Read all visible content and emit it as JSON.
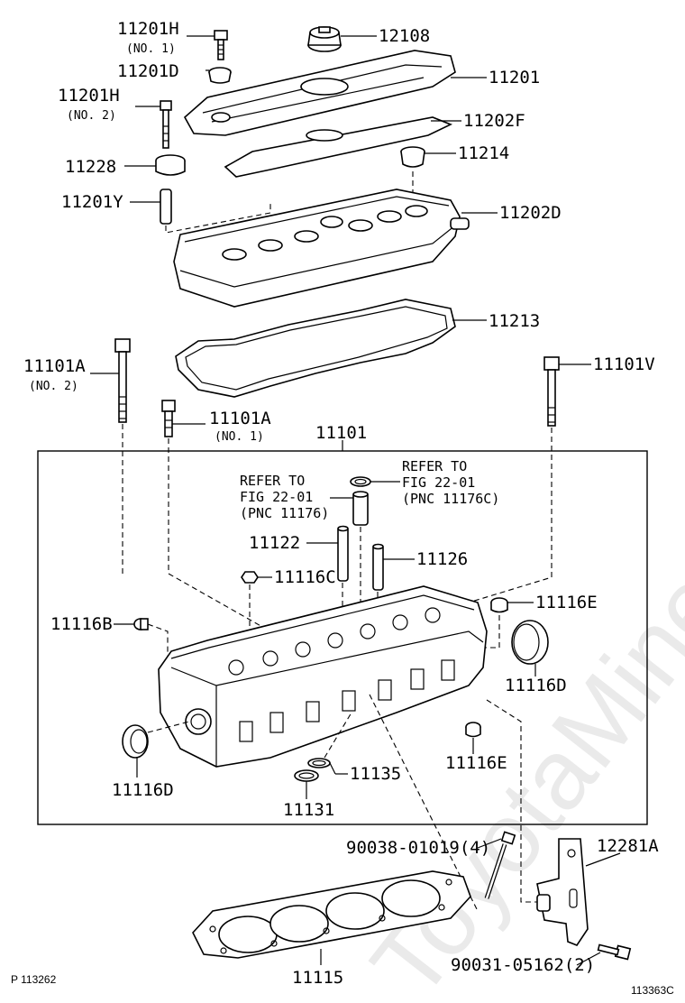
{
  "watermark": "ToyotaMine.ru",
  "labels": {
    "p11201H_1": "11201H",
    "p11201H_1_sub": "(NO. 1)",
    "p12108": "12108",
    "p11201D": "11201D",
    "p11201": "11201",
    "p11201H_2": "11201H",
    "p11201H_2_sub": "(NO. 2)",
    "p11202F": "11202F",
    "p11228": "11228",
    "p11214": "11214",
    "p11201Y": "11201Y",
    "p11202D": "11202D",
    "p11213": "11213",
    "p11101A_2": "11101A",
    "p11101A_2_sub": "(NO. 2)",
    "p11101V": "11101V",
    "p11101A_1": "11101A",
    "p11101A_1_sub": "(NO. 1)",
    "p11101": "11101",
    "ref1_line1": "REFER TO",
    "ref1_line2": "FIG 22-01",
    "ref1_line3": "(PNC 11176C)",
    "ref2_line1": "REFER TO",
    "ref2_line2": "FIG 22-01",
    "ref2_line3": "(PNC 11176)",
    "p11122": "11122",
    "p11126": "11126",
    "p11116C": "11116C",
    "p11116E_top": "11116E",
    "p11116B": "11116B",
    "p11116D_right": "11116D",
    "p11116D_left": "11116D",
    "p11116E_bottom": "11116E",
    "p11135": "11135",
    "p11131": "11131",
    "p90038": "90038-01019(4)",
    "p12281A": "12281A",
    "p11115": "11115",
    "p90031": "90031-05162(2)"
  },
  "footer": {
    "left": "P 113262",
    "right": "113363C"
  }
}
